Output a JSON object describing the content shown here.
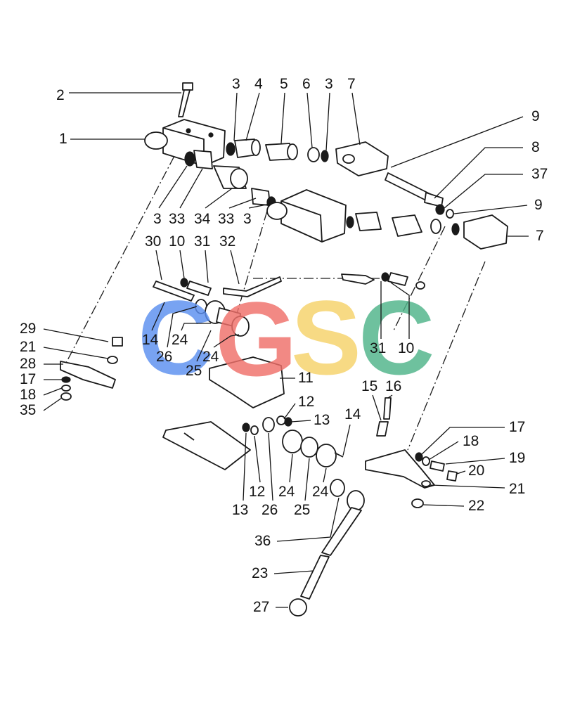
{
  "watermark": {
    "letters": [
      {
        "char": "C",
        "color": "#5b8ff0"
      },
      {
        "char": "G",
        "color": "#f0706a"
      },
      {
        "char": "S",
        "color": "#f6d26a"
      },
      {
        "char": "C",
        "color": "#4fb489"
      }
    ]
  },
  "callouts": [
    {
      "id": "c1",
      "text": "1"
    },
    {
      "id": "c2",
      "text": "2"
    },
    {
      "id": "c3a",
      "text": "3"
    },
    {
      "id": "c4",
      "text": "4"
    },
    {
      "id": "c5",
      "text": "5"
    },
    {
      "id": "c6",
      "text": "6"
    },
    {
      "id": "c3b",
      "text": "3"
    },
    {
      "id": "c7a",
      "text": "7"
    },
    {
      "id": "c9a",
      "text": "9"
    },
    {
      "id": "c8",
      "text": "8"
    },
    {
      "id": "c37",
      "text": "37"
    },
    {
      "id": "c9b",
      "text": "9"
    },
    {
      "id": "c7b",
      "text": "7"
    },
    {
      "id": "c3c",
      "text": "3"
    },
    {
      "id": "c33a",
      "text": "33"
    },
    {
      "id": "c34",
      "text": "34"
    },
    {
      "id": "c33b",
      "text": "33"
    },
    {
      "id": "c3d",
      "text": "3"
    },
    {
      "id": "c30",
      "text": "30"
    },
    {
      "id": "c10a",
      "text": "10"
    },
    {
      "id": "c31a",
      "text": "31"
    },
    {
      "id": "c32",
      "text": "32"
    },
    {
      "id": "c14a",
      "text": "14"
    },
    {
      "id": "c24a",
      "text": "24"
    },
    {
      "id": "c26a",
      "text": "26"
    },
    {
      "id": "c25a",
      "text": "25"
    },
    {
      "id": "c24b",
      "text": "24"
    },
    {
      "id": "c11",
      "text": "11"
    },
    {
      "id": "c31b",
      "text": "31"
    },
    {
      "id": "c10b",
      "text": "10"
    },
    {
      "id": "c29",
      "text": "29"
    },
    {
      "id": "c21a",
      "text": "21"
    },
    {
      "id": "c28",
      "text": "28"
    },
    {
      "id": "c17a",
      "text": "17"
    },
    {
      "id": "c18a",
      "text": "18"
    },
    {
      "id": "c35",
      "text": "35"
    },
    {
      "id": "c12a",
      "text": "12"
    },
    {
      "id": "c13a",
      "text": "13"
    },
    {
      "id": "c15",
      "text": "15"
    },
    {
      "id": "c16",
      "text": "16"
    },
    {
      "id": "c14b",
      "text": "14"
    },
    {
      "id": "c17b",
      "text": "17"
    },
    {
      "id": "c18b",
      "text": "18"
    },
    {
      "id": "c19",
      "text": "19"
    },
    {
      "id": "c20",
      "text": "20"
    },
    {
      "id": "c21b",
      "text": "21"
    },
    {
      "id": "c22",
      "text": "22"
    },
    {
      "id": "c12b",
      "text": "12"
    },
    {
      "id": "c13b",
      "text": "13"
    },
    {
      "id": "c26b",
      "text": "26"
    },
    {
      "id": "c24c",
      "text": "24"
    },
    {
      "id": "c25b",
      "text": "25"
    },
    {
      "id": "c24d",
      "text": "24"
    },
    {
      "id": "c36",
      "text": "36"
    },
    {
      "id": "c23",
      "text": "23"
    },
    {
      "id": "c27",
      "text": "27"
    }
  ]
}
